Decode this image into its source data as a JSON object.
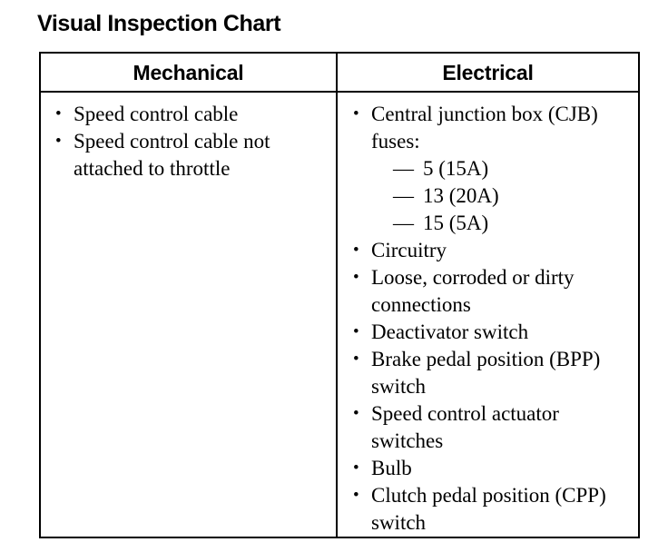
{
  "document": {
    "title": "Visual Inspection Chart"
  },
  "table": {
    "columns": [
      {
        "header": "Mechanical"
      },
      {
        "header": "Electrical"
      }
    ],
    "bullet_glyph": "•",
    "dash_glyph": "—",
    "mechanical": {
      "items": [
        {
          "text": "Speed control cable"
        },
        {
          "text": "Speed control cable not attached to throttle"
        }
      ]
    },
    "electrical": {
      "items": [
        {
          "text": "Central junction box (CJB) fuses:",
          "subitems": [
            {
              "text": "5 (15A)"
            },
            {
              "text": "13 (20A)"
            },
            {
              "text": "15 (5A)"
            }
          ]
        },
        {
          "text": "Circuitry"
        },
        {
          "text": "Loose, corroded or dirty connections"
        },
        {
          "text": "Deactivator switch"
        },
        {
          "text": "Brake pedal position (BPP) switch"
        },
        {
          "text": "Speed control actuator switches"
        },
        {
          "text": "Bulb"
        },
        {
          "text": "Clutch pedal position (CPP) switch"
        }
      ]
    }
  },
  "colors": {
    "ink": "#000000",
    "paper": "#ffffff"
  }
}
